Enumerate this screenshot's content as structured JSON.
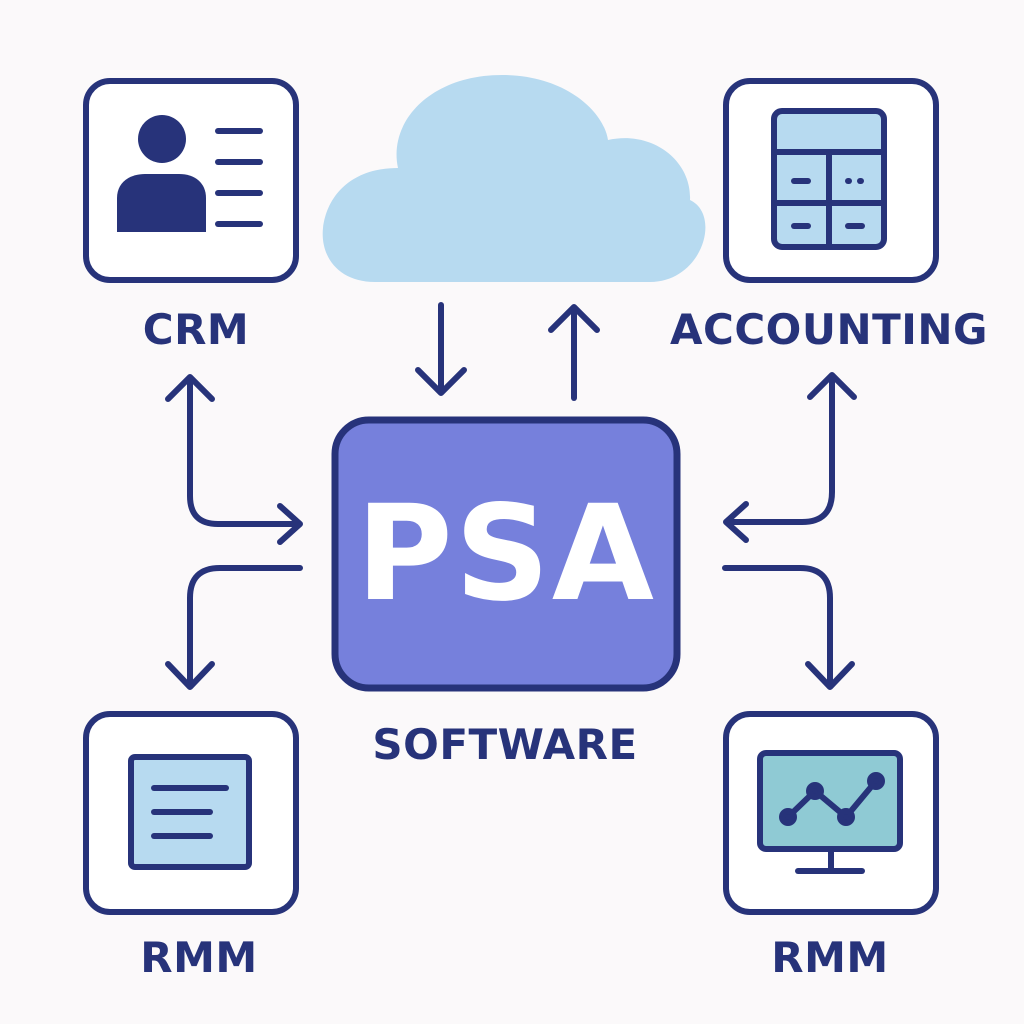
{
  "colors": {
    "stroke": "#27337a",
    "accent_fill": "#7680dc",
    "light_blue": "#b7daf0",
    "teal": "#8fcad4",
    "background": "#fbf9fa"
  },
  "nodes": {
    "cloud": {
      "icon": "cloud-icon"
    },
    "center": {
      "title": "PSA",
      "subtitle": "SOFTWARE"
    },
    "top_left": {
      "label": "CRM",
      "icon": "contact-card-icon"
    },
    "top_right": {
      "label": "ACCOUNTING",
      "icon": "calculator-icon"
    },
    "bottom_left": {
      "label": "RMM",
      "icon": "document-icon"
    },
    "bottom_right": {
      "label": "RMM",
      "icon": "monitor-chart-icon"
    }
  },
  "edges": [
    {
      "from": "cloud",
      "to": "center"
    },
    {
      "from": "center",
      "to": "cloud"
    },
    {
      "from": "top_left",
      "to": "center",
      "bidirectional": true
    },
    {
      "from": "top_right",
      "to": "center",
      "bidirectional": true
    },
    {
      "from": "center",
      "to": "bottom_left"
    },
    {
      "from": "center",
      "to": "bottom_right"
    }
  ]
}
